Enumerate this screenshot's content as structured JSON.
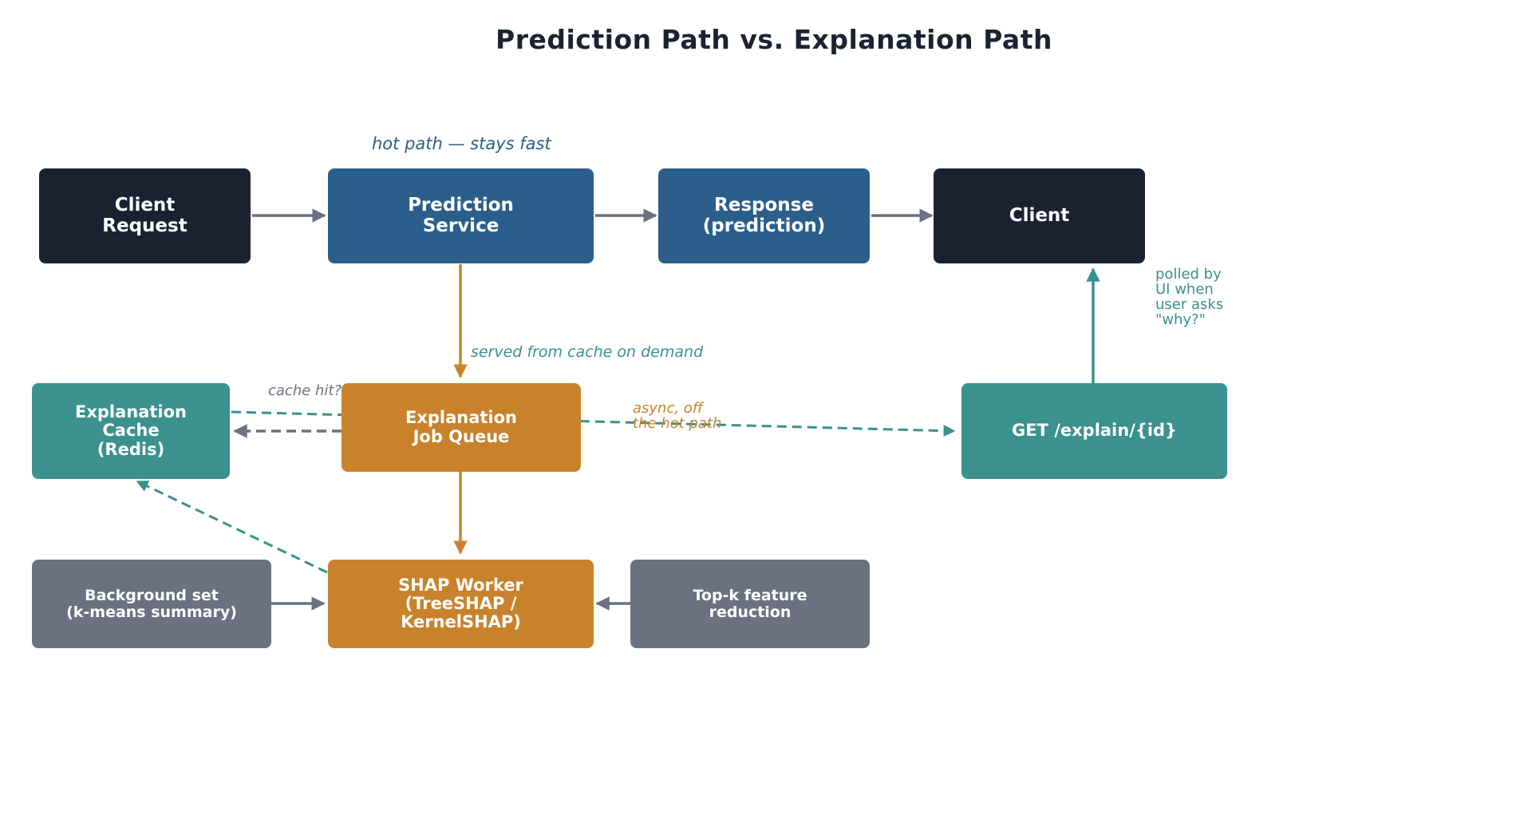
{
  "title": "Prediction Path vs. Explanation Path",
  "colors": {
    "dark": "#1a2232",
    "blue": "#2b5e8a",
    "teal": "#3a918e",
    "amber": "#c9822b",
    "grey": "#6b7180",
    "arrow_grey": "#6b7180"
  },
  "nodes": {
    "client_request": "Client\nRequest",
    "prediction_service": "Prediction\nService",
    "response": "Response\n(prediction)",
    "client": "Client",
    "explanation_cache": "Explanation\nCache\n(Redis)",
    "job_queue": "Explanation\nJob Queue",
    "get_explain": "GET /explain/{id}",
    "background_set": "Background set\n(k-means summary)",
    "shap_worker": "SHAP Worker\n(TreeSHAP /\nKernelSHAP)",
    "topk": "Top-k feature\nreduction"
  },
  "annotations": {
    "hot_path": "hot path — stays fast",
    "served_from_cache": "served from cache on demand",
    "cache_hit": "cache hit?",
    "async": "async, off\nthe hot path",
    "polled": "polled by\nUI when\nuser asks\n\"why?\""
  }
}
